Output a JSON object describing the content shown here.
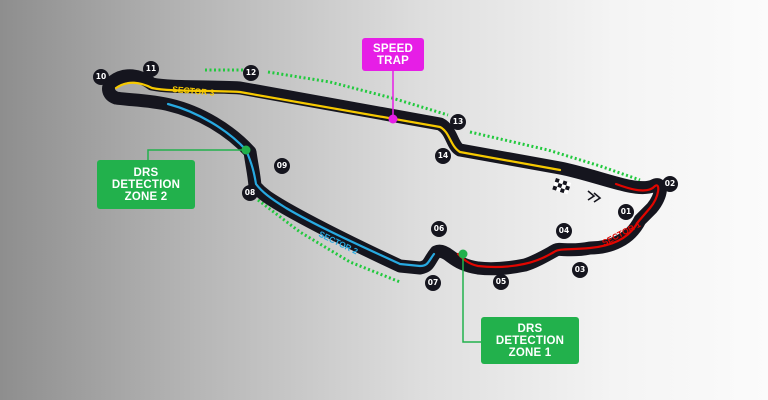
{
  "colors": {
    "track": "#15151e",
    "sector1": "#e10600",
    "sector2": "#27a9e1",
    "sector3": "#f6c900",
    "drs": "#22b14c",
    "speed_trap": "#e61ee6",
    "drs_zone_dash": "#22c93e"
  },
  "sectors": {
    "s1": "SECTOR 1",
    "s2": "SECTOR 2",
    "s3": "SECTOR 3"
  },
  "callouts": {
    "speed_trap": [
      "SPEED",
      "TRAP"
    ],
    "drs_detection_1": [
      "DRS",
      "DETECTION",
      "ZONE 1"
    ],
    "drs_detection_2": [
      "DRS",
      "DETECTION",
      "ZONE 2"
    ]
  },
  "corners": [
    "01",
    "02",
    "03",
    "04",
    "05",
    "06",
    "07",
    "08",
    "09",
    "10",
    "11",
    "12",
    "13",
    "14"
  ],
  "icons": [
    "chequered-flag-icon",
    "direction-chevrons-icon"
  ]
}
